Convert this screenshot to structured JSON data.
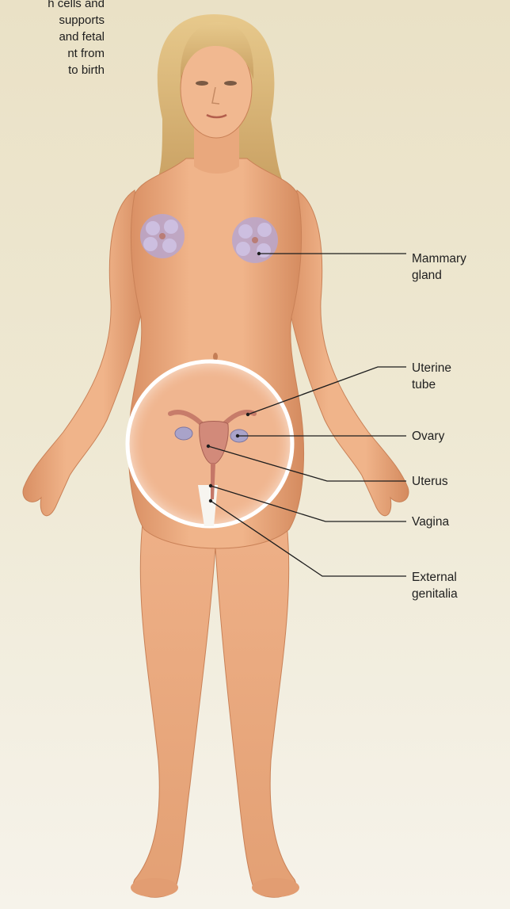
{
  "caption": {
    "lines": [
      "h cells and",
      "supports",
      "and fetal",
      "nt from",
      "to birth"
    ]
  },
  "labels": {
    "mammary_gland": [
      "Mammary",
      "gland"
    ],
    "uterine_tube": [
      "Uterine",
      "tube"
    ],
    "ovary": [
      "Ovary"
    ],
    "uterus": [
      "Uterus"
    ],
    "vagina": [
      "Vagina"
    ],
    "external_genitalia": [
      "External",
      "genitalia"
    ]
  }
}
